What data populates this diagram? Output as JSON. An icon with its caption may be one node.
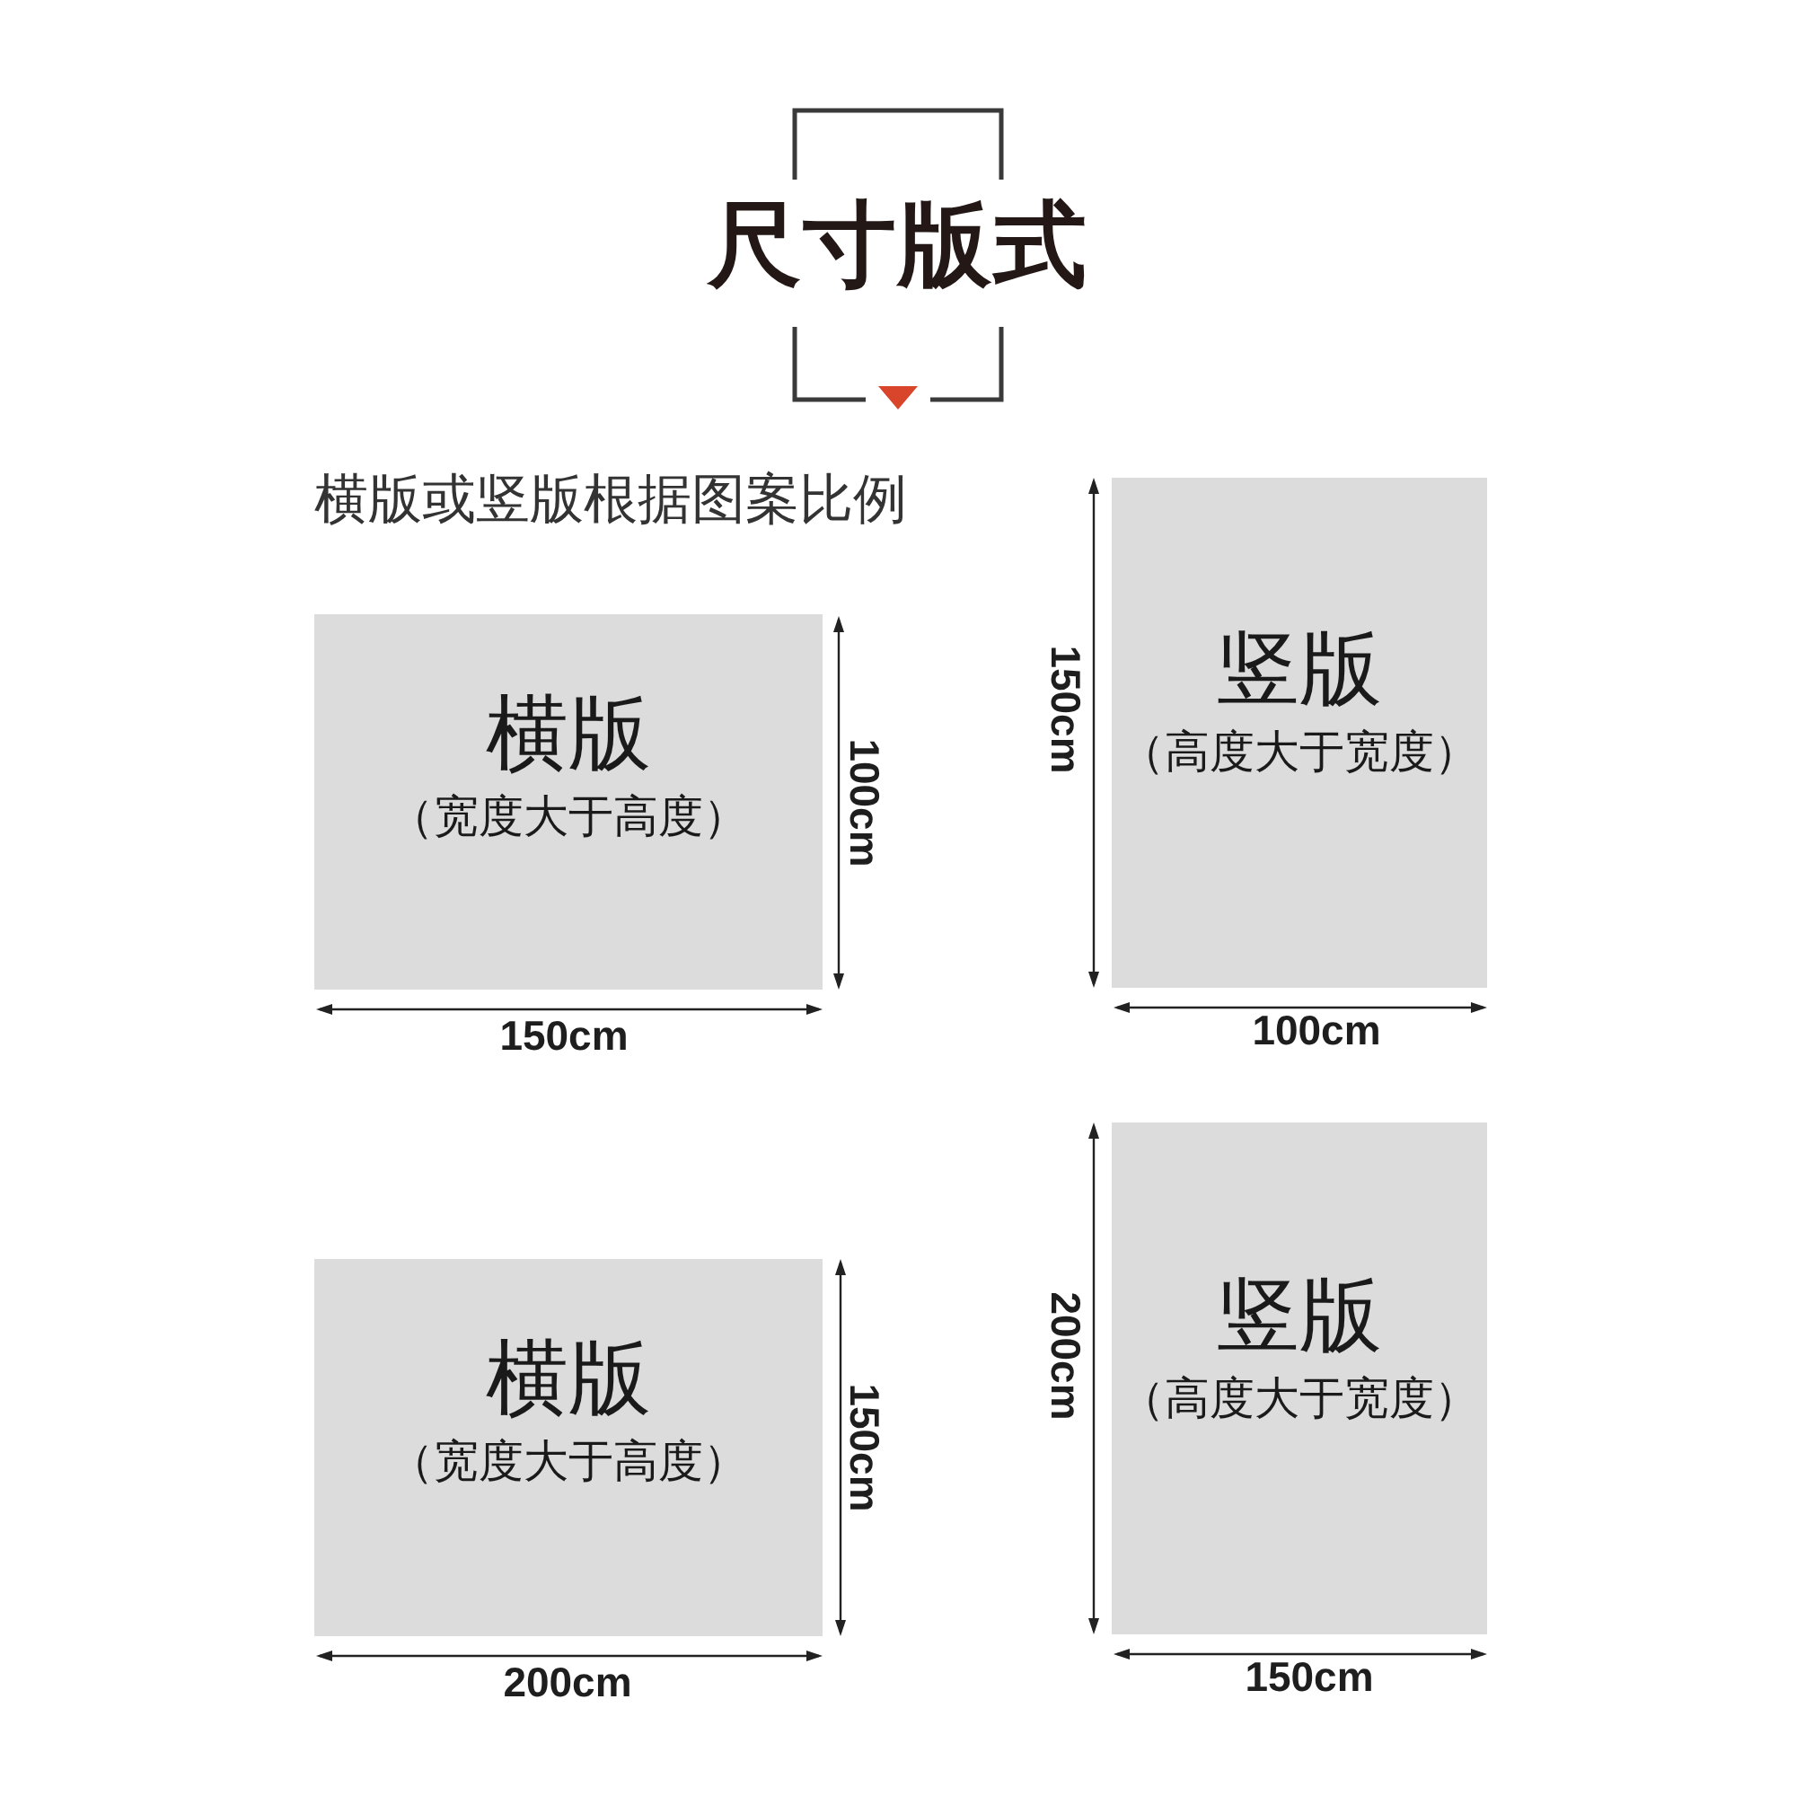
{
  "diagram": {
    "title": "尺寸版式",
    "nodes": [
      {
        "text": [
          "横版",
          "（宽度大于高度）"
        ],
        "beside": [
          "100cm",
          "150cm"
        ]
      },
      {
        "text": [
          "竖版",
          "（高度大于宽度）"
        ],
        "beside": [
          "150cm",
          "100cm"
        ]
      },
      {
        "text": [
          "横版",
          "（宽度大于高度）"
        ],
        "beside": [
          "150cm",
          "200cm"
        ]
      },
      {
        "text": [
          "竖版",
          "（高度大于宽度）"
        ],
        "beside": [
          "200cm",
          "150cm"
        ]
      }
    ],
    "labels": [
      "横版或竖版根据图案比例"
    ]
  }
}
